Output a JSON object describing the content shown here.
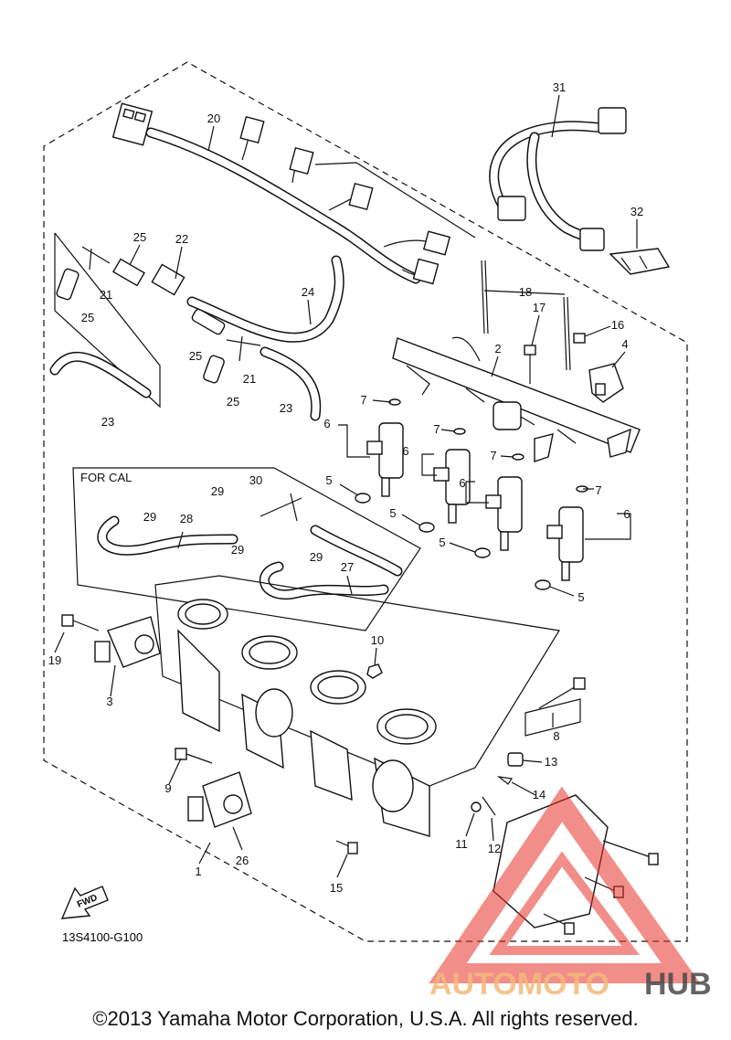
{
  "diagram": {
    "section_label": "FOR CAL",
    "drawing_code": "13S4100-G100",
    "fwd_label": "FWD",
    "callouts": [
      {
        "id": "c20",
        "text": "20"
      },
      {
        "id": "c31",
        "text": "31"
      },
      {
        "id": "c32",
        "text": "32"
      },
      {
        "id": "c25a",
        "text": "25"
      },
      {
        "id": "c22",
        "text": "22"
      },
      {
        "id": "c21a",
        "text": "21"
      },
      {
        "id": "c25b",
        "text": "25"
      },
      {
        "id": "c24",
        "text": "24"
      },
      {
        "id": "c18",
        "text": "18"
      },
      {
        "id": "c17",
        "text": "17"
      },
      {
        "id": "c16",
        "text": "16"
      },
      {
        "id": "c4",
        "text": "4"
      },
      {
        "id": "c2",
        "text": "2"
      },
      {
        "id": "c25c",
        "text": "25"
      },
      {
        "id": "c21b",
        "text": "21"
      },
      {
        "id": "c25d",
        "text": "25"
      },
      {
        "id": "c23a",
        "text": "23"
      },
      {
        "id": "c23b",
        "text": "23"
      },
      {
        "id": "c7a",
        "text": "7"
      },
      {
        "id": "c6a",
        "text": "6"
      },
      {
        "id": "c7b",
        "text": "7"
      },
      {
        "id": "c6b",
        "text": "6"
      },
      {
        "id": "c7c",
        "text": "7"
      },
      {
        "id": "c6c",
        "text": "6"
      },
      {
        "id": "c7d",
        "text": "7"
      },
      {
        "id": "c6d",
        "text": "6"
      },
      {
        "id": "c5a",
        "text": "5"
      },
      {
        "id": "c5b",
        "text": "5"
      },
      {
        "id": "c5c",
        "text": "5"
      },
      {
        "id": "c5d",
        "text": "5"
      },
      {
        "id": "c30",
        "text": "30"
      },
      {
        "id": "c29a",
        "text": "29"
      },
      {
        "id": "c29b",
        "text": "29"
      },
      {
        "id": "c28",
        "text": "28"
      },
      {
        "id": "c29c",
        "text": "29"
      },
      {
        "id": "c29d",
        "text": "29"
      },
      {
        "id": "c27",
        "text": "27"
      },
      {
        "id": "c19",
        "text": "19"
      },
      {
        "id": "c3",
        "text": "3"
      },
      {
        "id": "c10",
        "text": "10"
      },
      {
        "id": "c8",
        "text": "8"
      },
      {
        "id": "c13",
        "text": "13"
      },
      {
        "id": "c9",
        "text": "9"
      },
      {
        "id": "c14",
        "text": "14"
      },
      {
        "id": "c11",
        "text": "11"
      },
      {
        "id": "c12",
        "text": "12"
      },
      {
        "id": "c26",
        "text": "26"
      },
      {
        "id": "c1",
        "text": "1"
      },
      {
        "id": "c15",
        "text": "15"
      }
    ]
  },
  "watermark": {
    "brand_part1": "AUTOMOTO",
    "brand_part2": "HUB",
    "color1": "#f5b97a",
    "color2": "#4a4a4a",
    "triangle_color": "#e8332a"
  },
  "footer": {
    "copyright": "©2013 Yamaha Motor Corporation, U.S.A. All rights reserved."
  }
}
